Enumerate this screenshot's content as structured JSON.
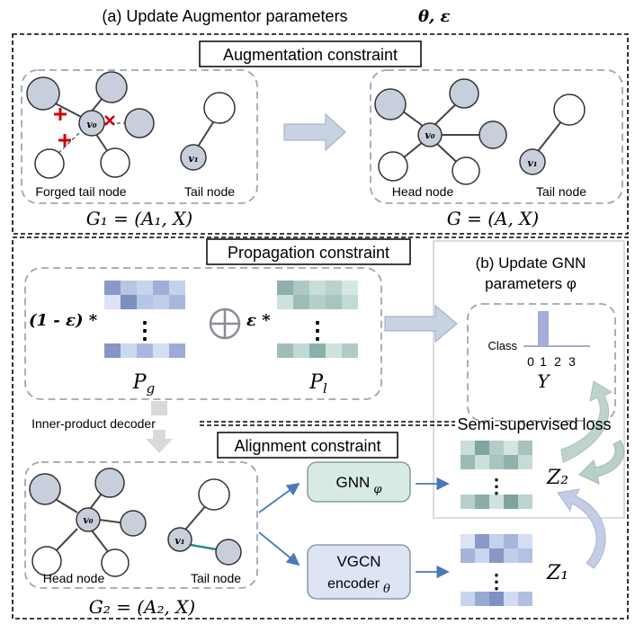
{
  "title": "(a) Update Augmentor parameters",
  "title_math": "θ, ε",
  "aug": {
    "label": "Augmentation constraint",
    "forged_label": "Forged tail node",
    "tail_label_left": "Tail node",
    "head_label": "Head node",
    "tail_label_right": "Tail node",
    "g1": "G₁ = (A₁, X)",
    "g": "G = (A, X)",
    "v0": "v₀",
    "v1": "v₁"
  },
  "prop": {
    "label": "Propagation constraint",
    "coef_left": "(1 - ε) *",
    "coef_right": "ε *",
    "pg": "Pg",
    "pl": "Pl",
    "dots": "⋮",
    "oplus": "⊕"
  },
  "gnn_update": {
    "line1": "(b) Update GNN",
    "line2": "parameters φ",
    "class_label": "Class",
    "ticks": [
      "0",
      "1",
      "2",
      "3"
    ],
    "y": "Y"
  },
  "decoder_label": "Inner-product decoder",
  "semi_loss": "Semi-supervised loss",
  "align": {
    "label": "Alignment constraint",
    "head_label": "Head node",
    "tail_label": "Tail node",
    "g2": "G₂ = (A₂, X)",
    "gnn_box": "GNN φ",
    "vgcn_line1": "VGCN",
    "vgcn_line2": "encoder θ",
    "z2": "Z₂",
    "z1": "Z₁"
  }
}
